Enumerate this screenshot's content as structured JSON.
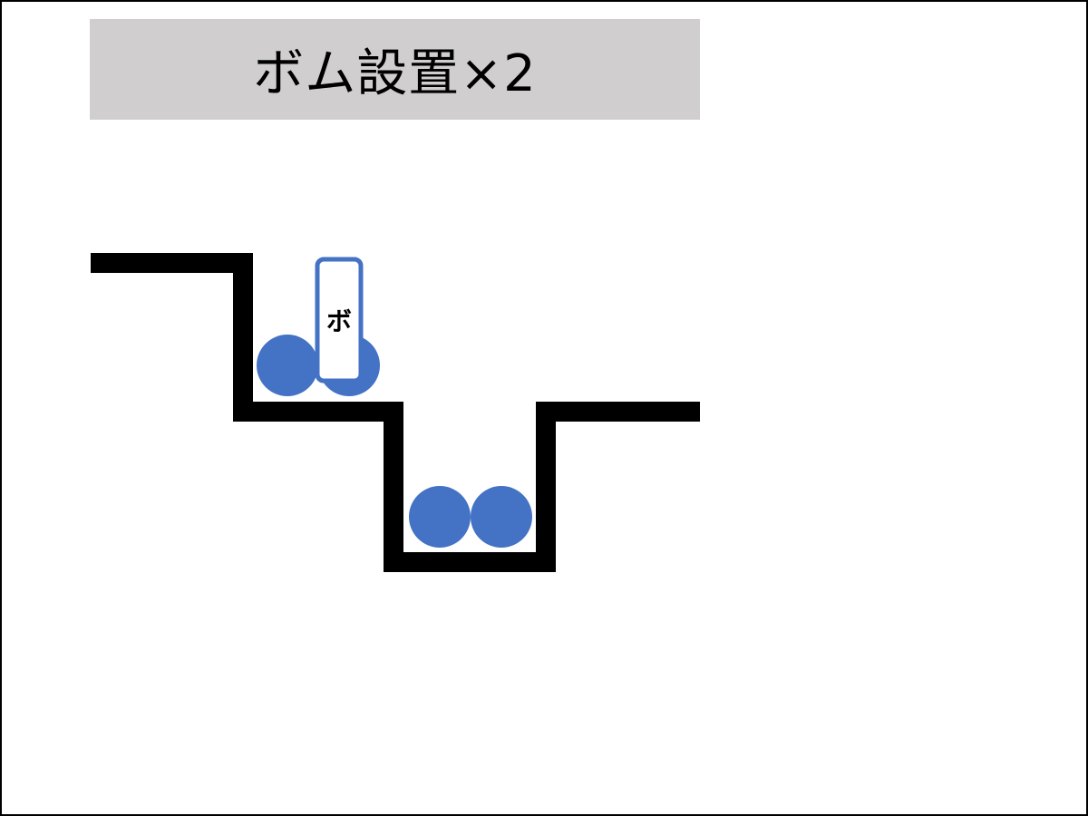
{
  "title": "ボム設置×2",
  "bomb": {
    "label": "ボ"
  },
  "colors": {
    "banner": "#d0cece",
    "ground": "#000000",
    "ball": "#4472c4",
    "bomb_border": "#4472c4",
    "bomb_fill": "#ffffff"
  },
  "balls": {
    "upper_count": 2,
    "lower_count": 2
  }
}
